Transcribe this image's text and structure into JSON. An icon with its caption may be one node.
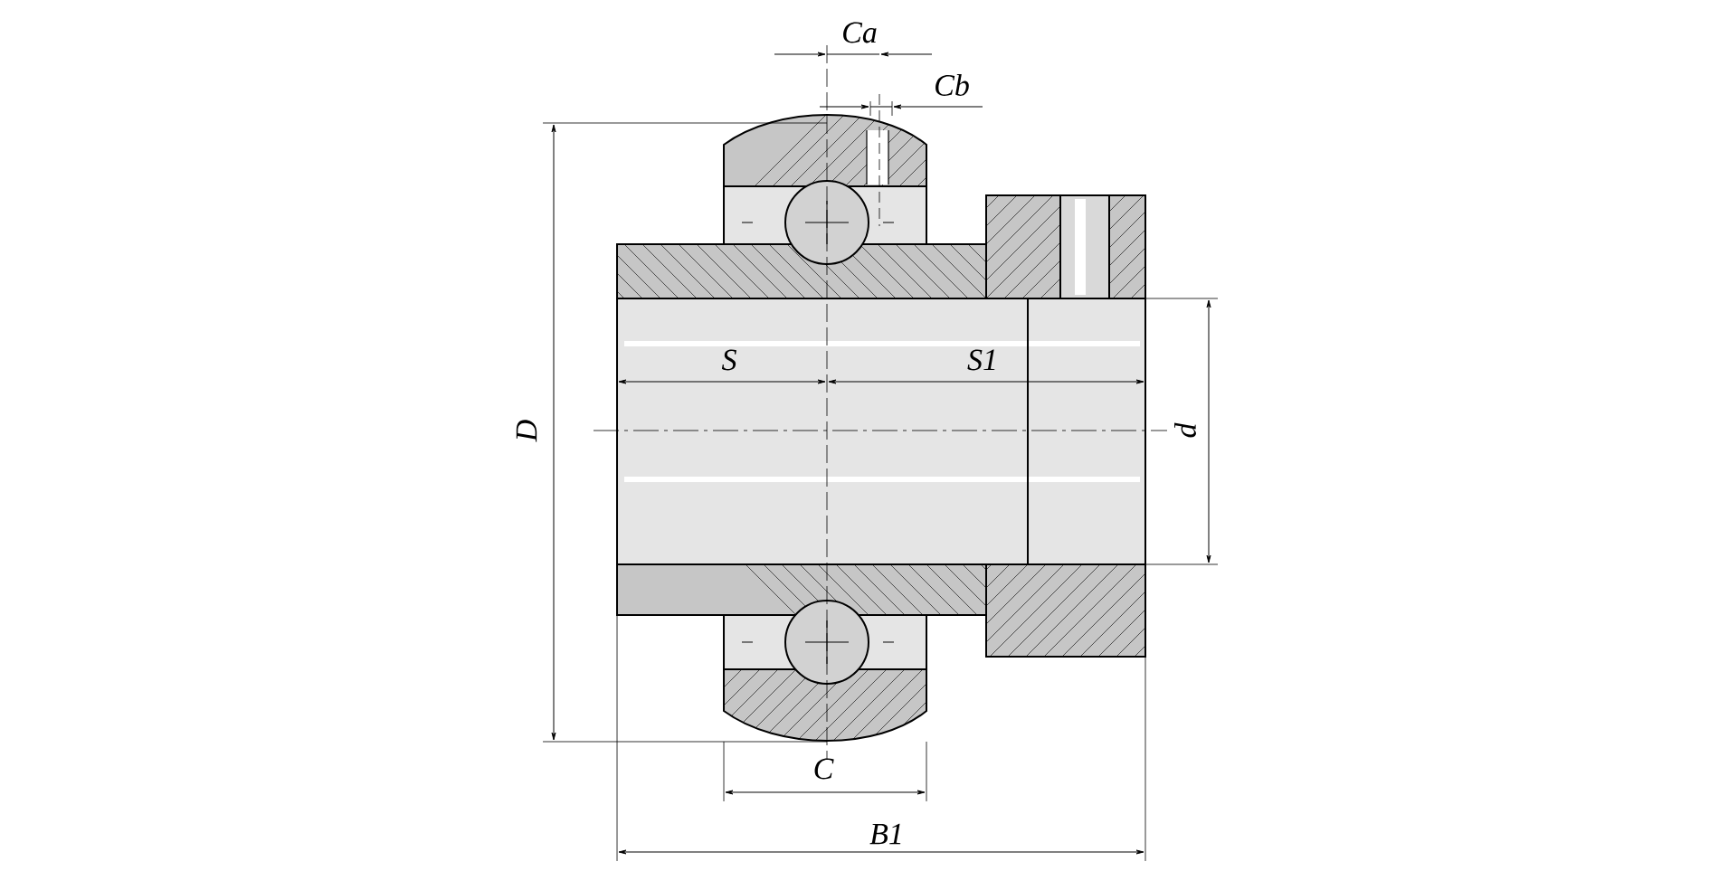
{
  "diagram": {
    "labels": [
      "Ca",
      "Cb",
      "S",
      "S1",
      "D",
      "d",
      "C",
      "B1"
    ]
  }
}
